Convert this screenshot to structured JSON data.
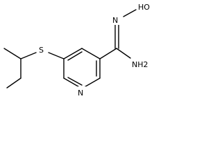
{
  "molecule": {
    "atoms": {
      "sulfur": "S",
      "nitrogen_ring": "N",
      "oxime_group": "HO",
      "oxime_nitrogen": "N",
      "amine_group": "NH2"
    }
  },
  "colors": {
    "bond": "#000000",
    "background": "#ffffff"
  }
}
